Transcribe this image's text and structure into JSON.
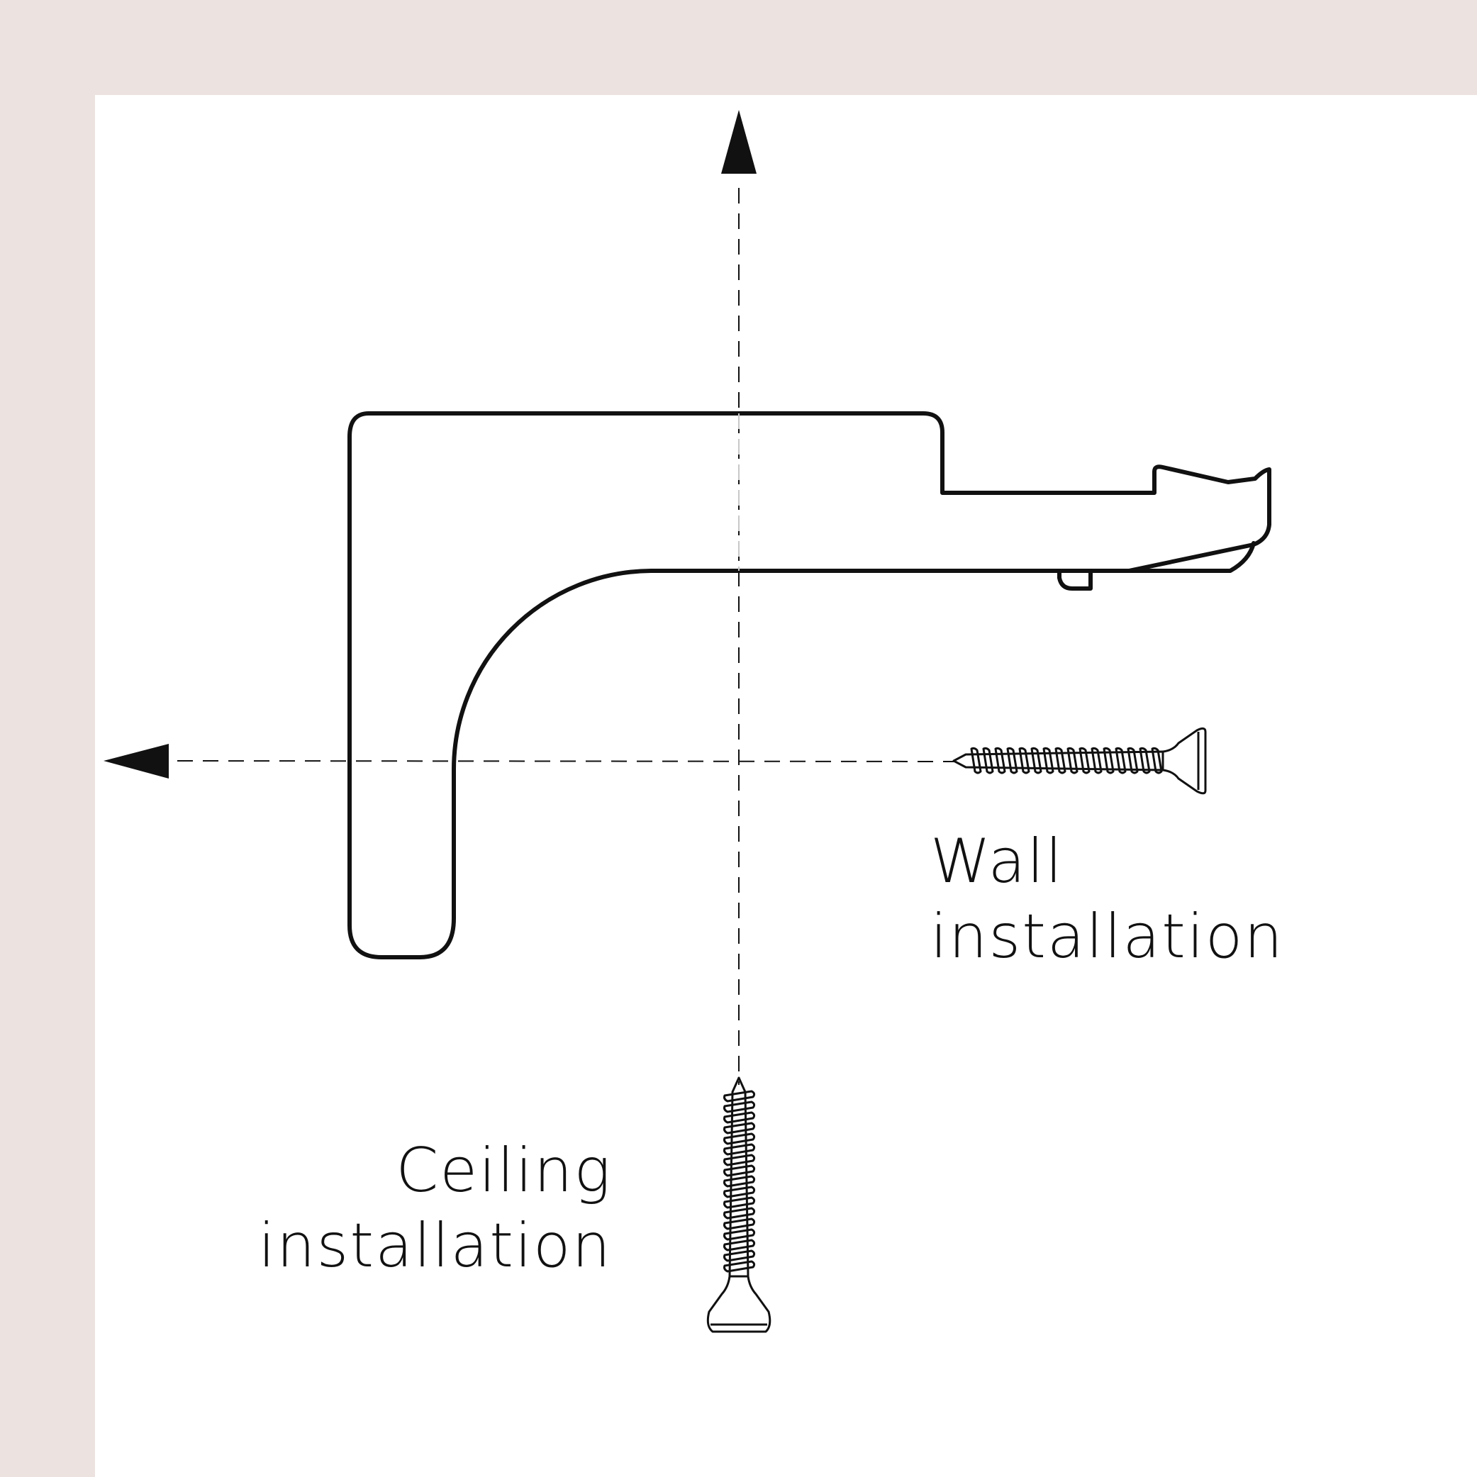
{
  "colors": {
    "frame": "#ece3e0",
    "background": "#ffffff",
    "stroke": "#111111",
    "axis_overlap": "#c8c8c8"
  },
  "icons": {
    "bracket": "curtain-rod-bracket-icon",
    "wall_screw": "screw-horizontal-icon",
    "ceiling_screw": "screw-vertical-icon",
    "up_arrow": "arrow-up-icon",
    "left_arrow": "arrow-left-icon"
  },
  "labels": {
    "wall": {
      "line1": "Wall",
      "line2": "installation"
    },
    "ceiling": {
      "line1": "Ceiling",
      "line2": "installation"
    }
  }
}
